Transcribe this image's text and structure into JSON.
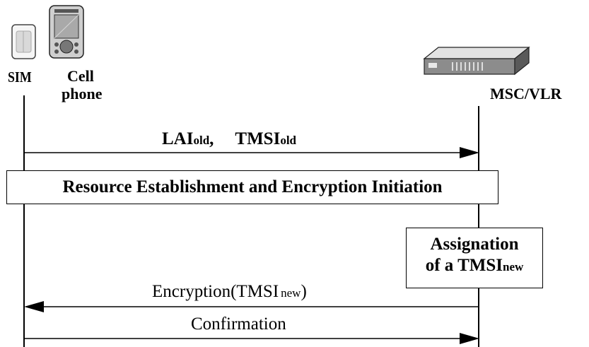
{
  "entities": {
    "sim": {
      "label": "SIM",
      "icon": "sim-card-icon"
    },
    "phone": {
      "label_line1": "Cell",
      "label_line2": "phone",
      "icon": "cell-phone-icon"
    },
    "msc": {
      "label": "MSC/VLR",
      "icon": "server-device-icon"
    }
  },
  "messages": {
    "msg1": {
      "part1_main": "LAI",
      "part1_sub": "old",
      "separator": ",",
      "part2_main": "TMSI",
      "part2_sub": "old",
      "direction": "to-msc"
    },
    "msg2": {
      "main": "Encryption(TMSI",
      "sub": "new",
      "close": ")",
      "direction": "to-sim"
    },
    "msg3": {
      "label": "Confirmation",
      "direction": "to-msc"
    }
  },
  "boxes": {
    "resource": {
      "label": "Resource Establishment and Encryption Initiation"
    },
    "assign": {
      "line1": "Assignation",
      "line2_main": "of a TMSI",
      "line2_sub": "new"
    }
  }
}
